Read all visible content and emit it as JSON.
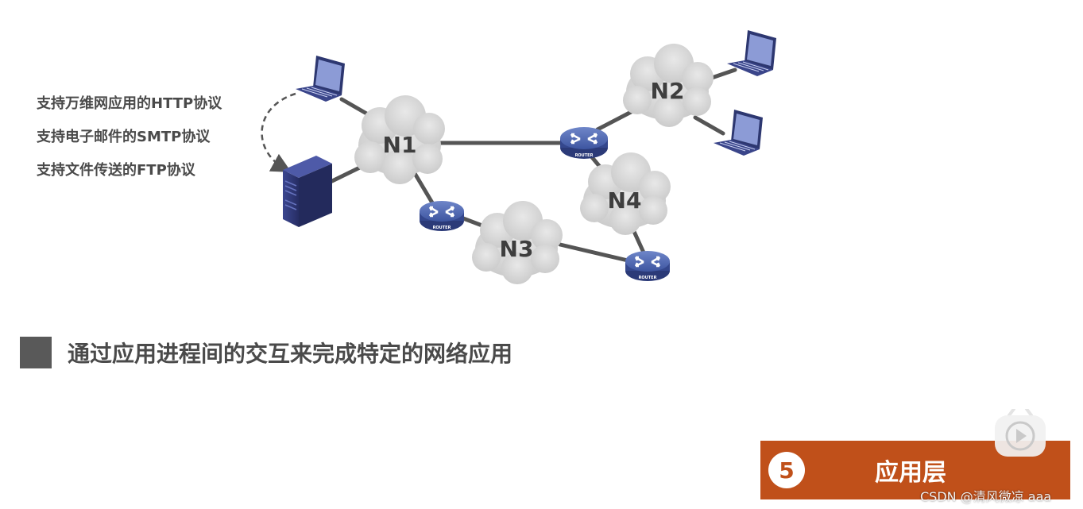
{
  "protocols": [
    {
      "label": "支持万维网应用的HTTP协议"
    },
    {
      "label": "支持电子邮件的SMTP协议"
    },
    {
      "label": "支持文件传送的FTP协议"
    }
  ],
  "networks": {
    "n1": "N1",
    "n2": "N2",
    "n3": "N3",
    "n4": "N4"
  },
  "router_label": "ROUTER",
  "caption": "通过应用进程间的交互来完成特定的网络应用",
  "layer": {
    "number": "5",
    "name": "应用层"
  },
  "brand": {
    "watermark": "CSDN @清风微凉 aaa"
  },
  "colors": {
    "accent": "#c0501a",
    "cloud": "#d9d9d9",
    "link": "#555555",
    "router": "#3b4f8f",
    "device": "#2d3770"
  },
  "icons": {
    "laptop": "laptop-icon",
    "server": "server-icon",
    "router": "router-icon",
    "play": "play-icon"
  }
}
